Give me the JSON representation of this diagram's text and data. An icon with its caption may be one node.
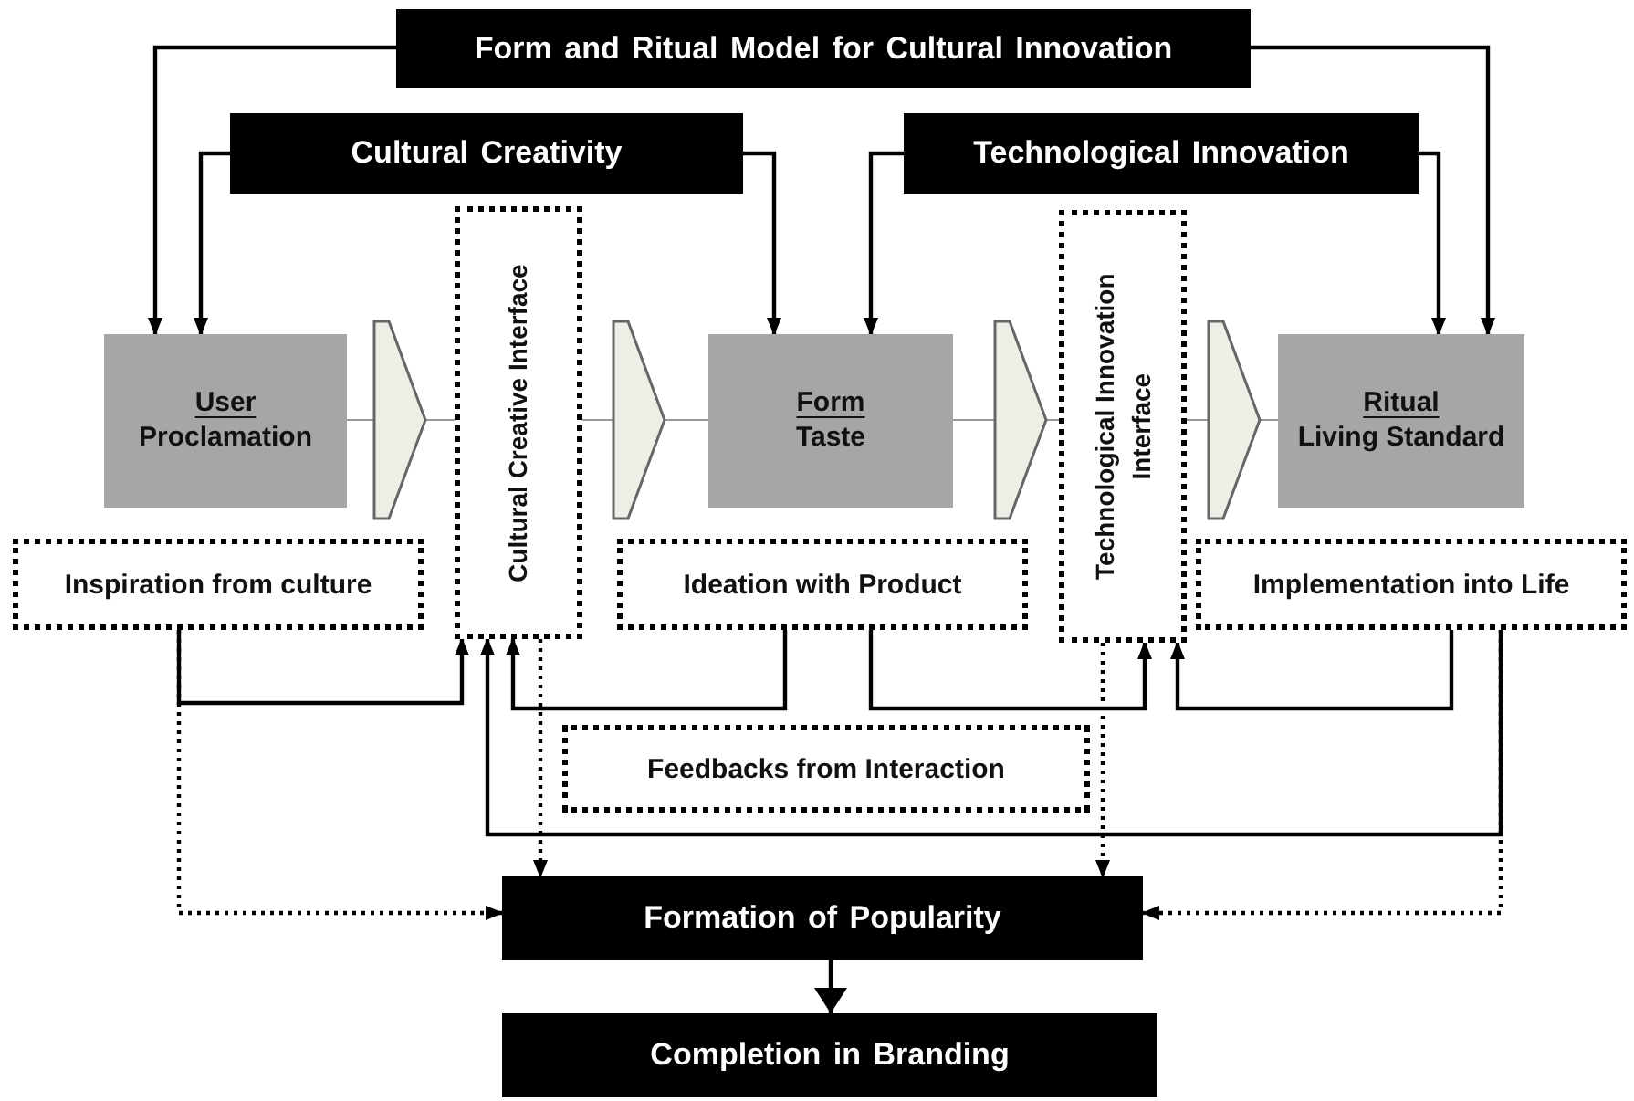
{
  "diagram": {
    "nodes": [
      {
        "text": [
          "Form and Ritual Model for Cultural Innovation"
        ]
      },
      {
        "text": [
          "Cultural Creativity"
        ]
      },
      {
        "text": [
          "Technological Innovation"
        ]
      },
      {
        "text": [
          "User",
          "Proclamation"
        ]
      },
      {
        "text": [
          "Cultural Creative Interface"
        ]
      },
      {
        "text": [
          "Form",
          "Taste"
        ]
      },
      {
        "text": [
          "Technological Innovation Interface"
        ]
      },
      {
        "text": [
          "Ritual",
          "Living Standard"
        ]
      },
      {
        "text": [
          "Inspiration from culture"
        ]
      },
      {
        "text": [
          "Ideation with Product"
        ]
      },
      {
        "text": [
          "Implementation into Life"
        ]
      },
      {
        "text": [
          "Feedbacks from Interaction"
        ]
      },
      {
        "text": [
          "Formation of Popularity"
        ]
      },
      {
        "text": [
          "Completion in Branding"
        ]
      }
    ],
    "edges": [
      {
        "from": 0,
        "to": 3,
        "arrow": "to"
      },
      {
        "from": 0,
        "to": 7,
        "arrow": "to"
      },
      {
        "from": 1,
        "to": 3,
        "arrow": "to"
      },
      {
        "from": 1,
        "to": 5,
        "arrow": "to"
      },
      {
        "from": 2,
        "to": 5,
        "arrow": "to"
      },
      {
        "from": 2,
        "to": 7,
        "arrow": "to"
      },
      {
        "from": 3,
        "to": 4,
        "arrow": "to",
        "color": "#999999"
      },
      {
        "from": 4,
        "to": 5,
        "arrow": "to",
        "color": "#999999"
      },
      {
        "from": 5,
        "to": 6,
        "arrow": "to",
        "color": "#999999"
      },
      {
        "from": 6,
        "to": 7,
        "arrow": "to",
        "color": "#999999"
      },
      {
        "from": 8,
        "to": 4,
        "arrow": "to"
      },
      {
        "from": 9,
        "to": 4,
        "arrow": "to"
      },
      {
        "from": 10,
        "to": 4,
        "arrow": "to"
      },
      {
        "from": 9,
        "to": 6,
        "arrow": "to"
      },
      {
        "from": 10,
        "to": 6,
        "arrow": "to"
      },
      {
        "from": 8,
        "to": 12,
        "arrow": "to",
        "style": "dashed"
      },
      {
        "from": 4,
        "to": 12,
        "arrow": "to",
        "style": "dashed"
      },
      {
        "from": 6,
        "to": 12,
        "arrow": "to",
        "style": "dashed"
      },
      {
        "from": 10,
        "to": 12,
        "arrow": "to",
        "style": "dashed"
      },
      {
        "from": 12,
        "to": 13,
        "arrow": "to"
      }
    ]
  }
}
